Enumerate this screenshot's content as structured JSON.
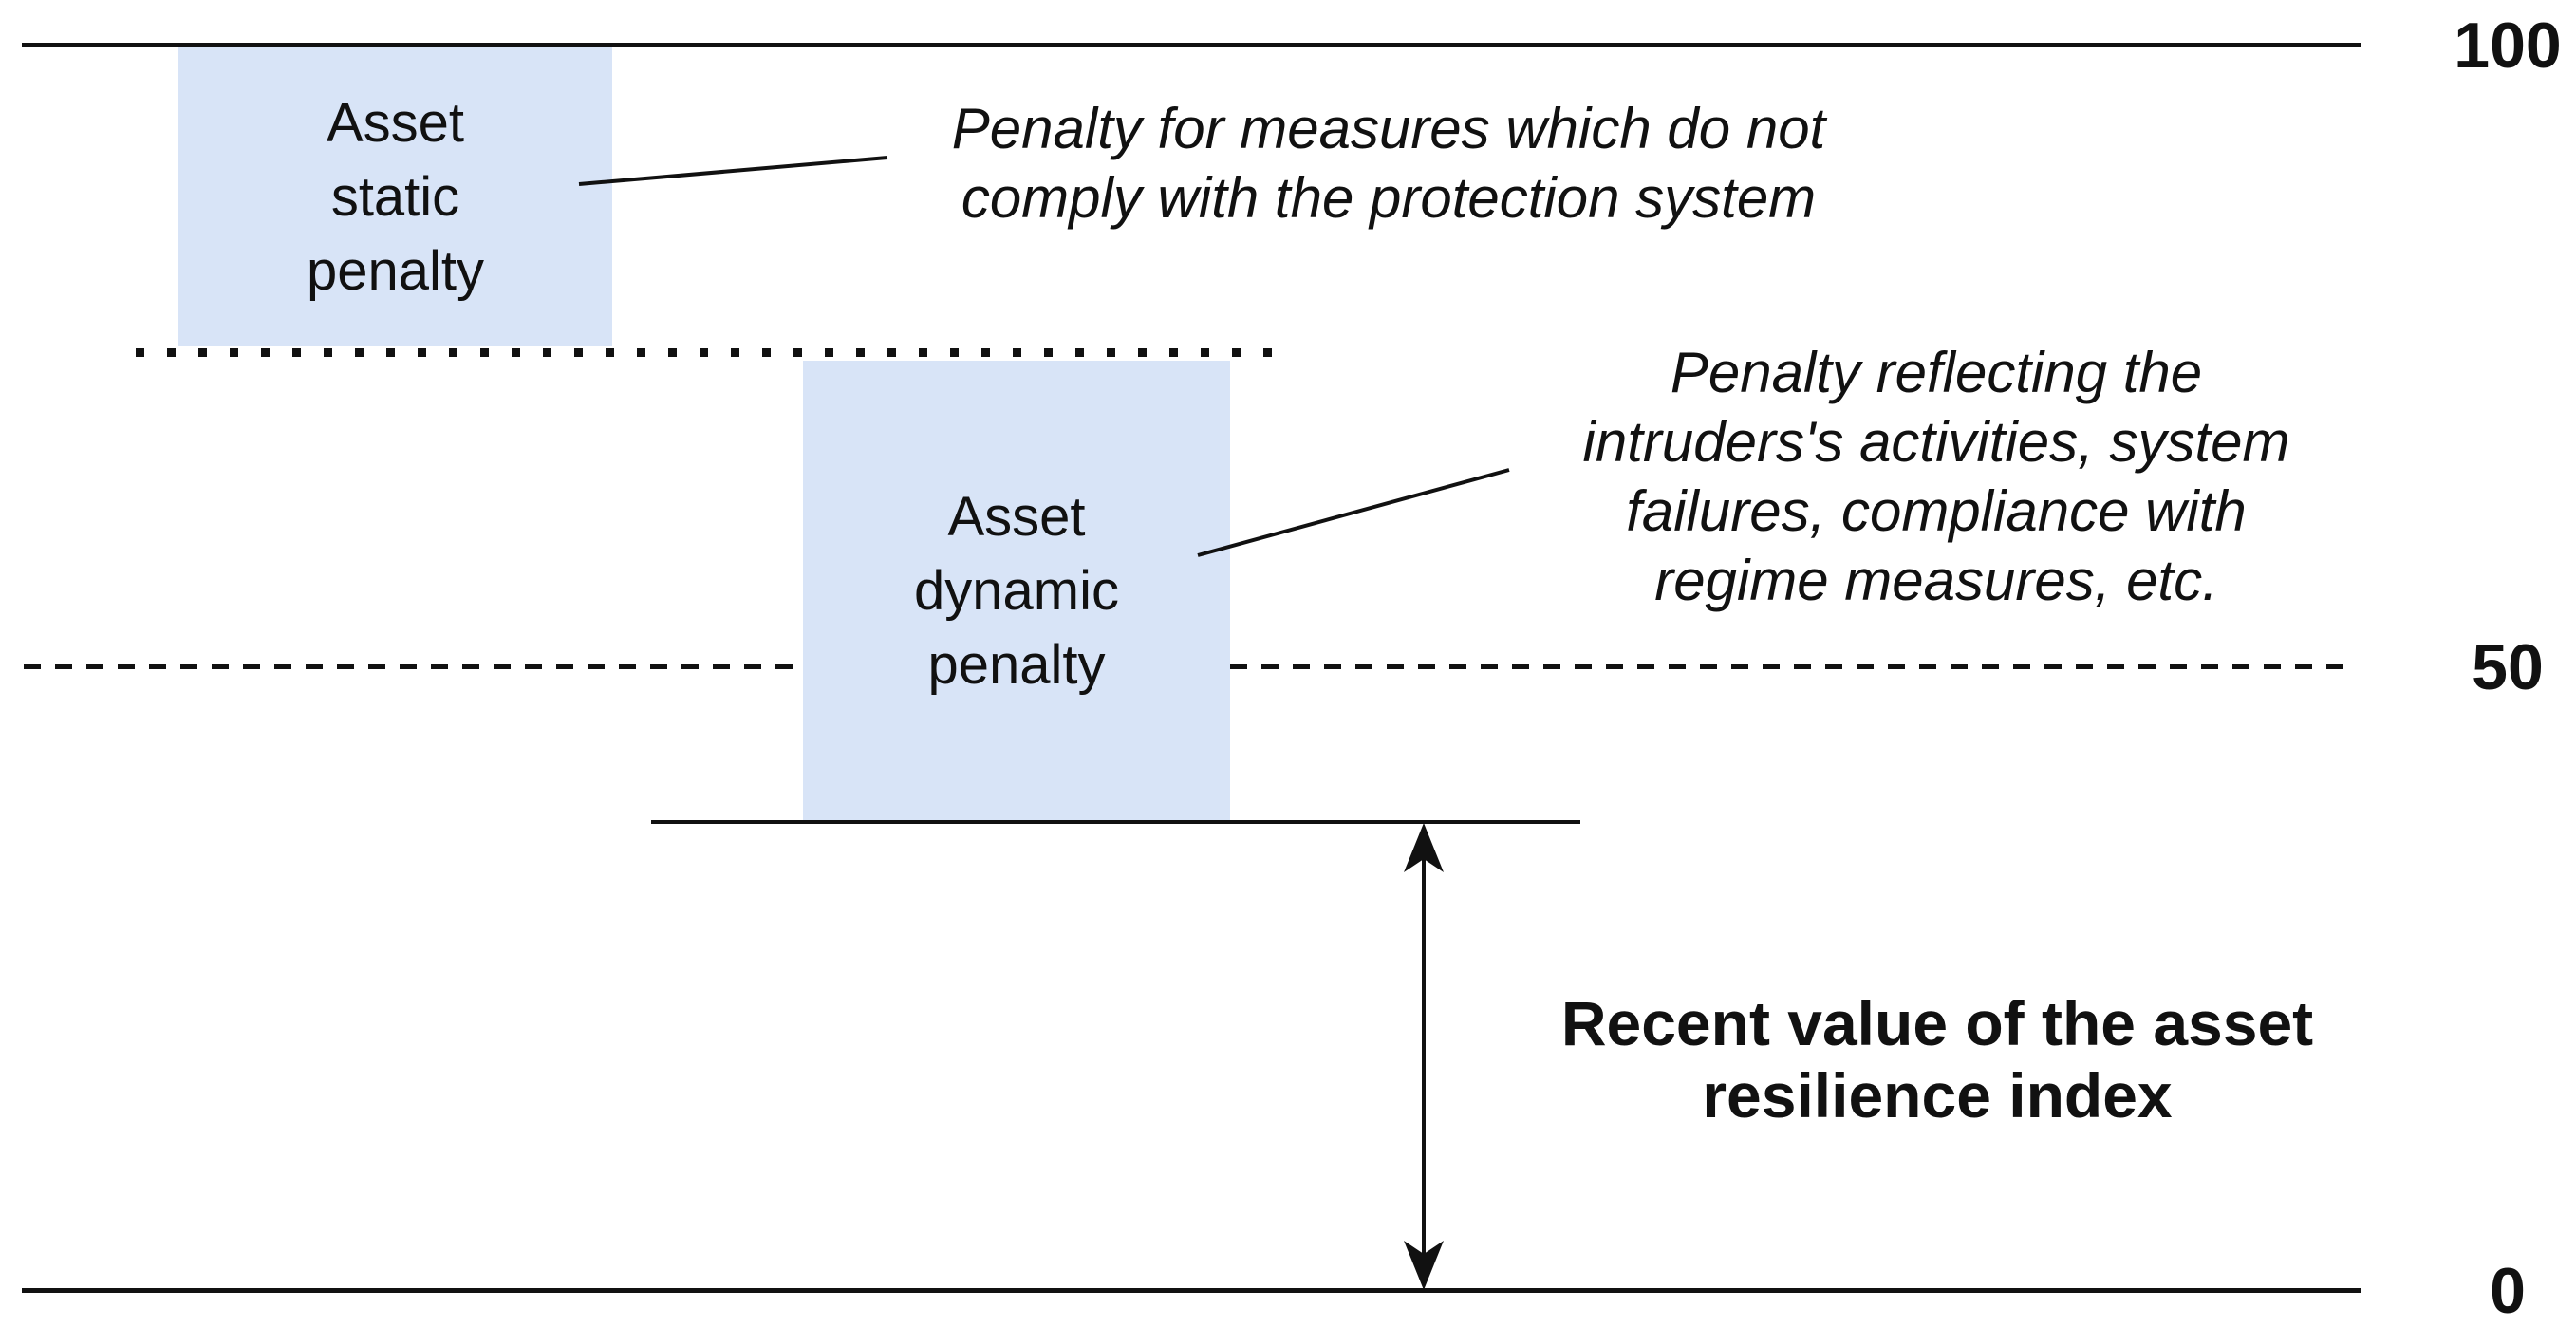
{
  "figure": {
    "background_color": "#ffffff",
    "ink_color": "#111111",
    "box_fill_color": "#d8e4f7",
    "scale_labels": {
      "top": "100",
      "middle": "50",
      "bottom": "0"
    },
    "static_box": {
      "lines": [
        "Asset",
        "static",
        "penalty"
      ]
    },
    "dynamic_box": {
      "lines": [
        "Asset",
        "dynamic",
        "penalty"
      ]
    },
    "static_note": {
      "lines": [
        "Penalty for measures which do not",
        "comply with the protection system"
      ]
    },
    "dynamic_note": {
      "lines": [
        "Penalty reflecting the",
        "intruders's activities, system",
        "failures, compliance with",
        "regime measures, etc."
      ]
    },
    "arrow_label": {
      "lines": [
        "Recent value of the asset",
        "resilience index"
      ]
    }
  }
}
